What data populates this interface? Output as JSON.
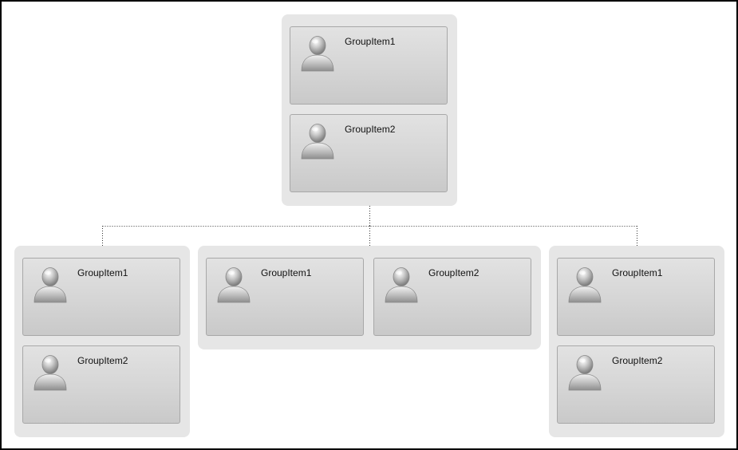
{
  "diagram": {
    "root": {
      "items": [
        {
          "label": "GroupItem1",
          "icon": "user-icon"
        },
        {
          "label": "GroupItem2",
          "icon": "user-icon"
        }
      ]
    },
    "children": [
      {
        "items": [
          {
            "label": "GroupItem1",
            "icon": "user-icon"
          },
          {
            "label": "GroupItem2",
            "icon": "user-icon"
          }
        ]
      },
      {
        "items": [
          {
            "label": "GroupItem1",
            "icon": "user-icon"
          },
          {
            "label": "GroupItem2",
            "icon": "user-icon"
          }
        ]
      },
      {
        "items": [
          {
            "label": "GroupItem1",
            "icon": "user-icon"
          },
          {
            "label": "GroupItem2",
            "icon": "user-icon"
          }
        ]
      }
    ]
  },
  "colors": {
    "group_background": "#e6e6e6",
    "item_border": "#a8a8a8",
    "connector": "#333333"
  }
}
